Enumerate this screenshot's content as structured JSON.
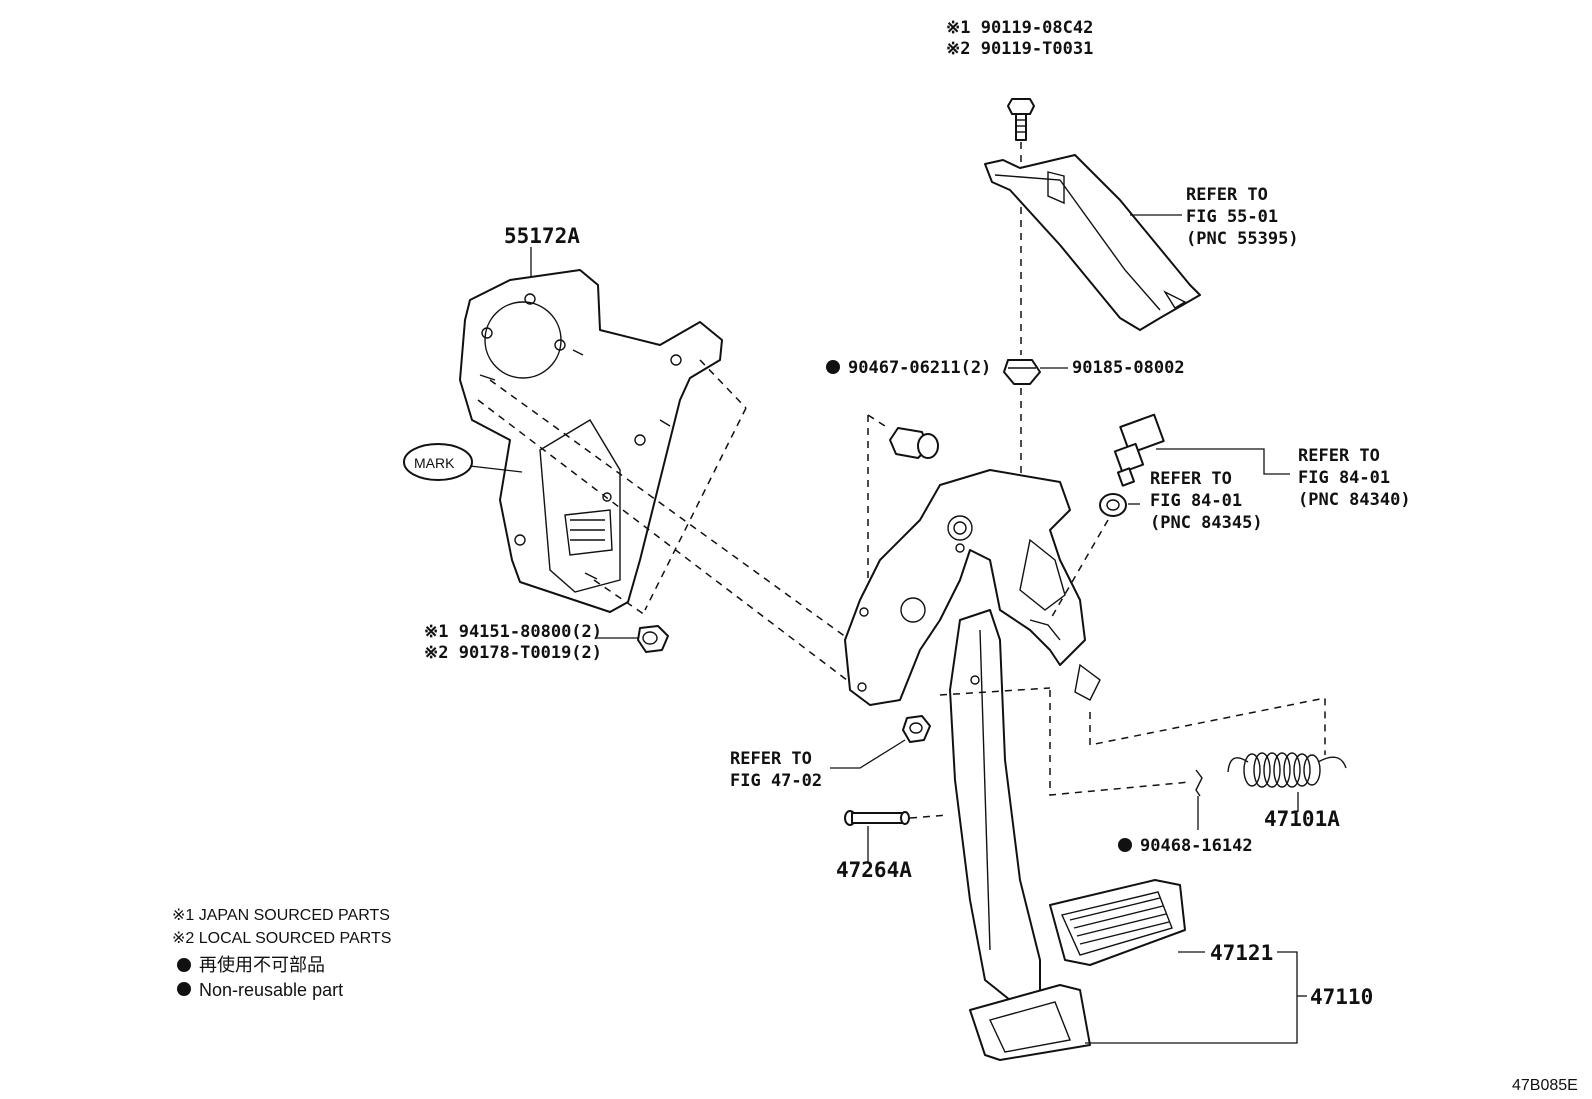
{
  "parts": {
    "bolt_top": {
      "line1": "※1 90119-08C42",
      "line2": "※2 90119-T0031"
    },
    "bracket_55172a": {
      "label": "55172A"
    },
    "mark": {
      "label": "MARK"
    },
    "refer_55": {
      "line1": "REFER TO",
      "line2": "FIG 55-01",
      "line3": "(PNC 55395)"
    },
    "clip_90185": {
      "label": "90185-08002"
    },
    "cushion_90467": {
      "label": "90467-06211(2)"
    },
    "refer_84340": {
      "line1": "REFER TO",
      "line2": "FIG 84-01",
      "line3": "(PNC 84340)"
    },
    "refer_84345": {
      "line1": "REFER TO",
      "line2": "FIG 84-01",
      "line3": "(PNC 84345)"
    },
    "nut_left": {
      "line1": "※1 94151-80800(2)",
      "line2": "※2 90178-T0019(2)"
    },
    "refer_47": {
      "line1": "REFER TO",
      "line2": "FIG 47-02"
    },
    "pin_47264a": {
      "label": "47264A"
    },
    "spring_47101a": {
      "label": "47101A"
    },
    "clip_90468": {
      "label": "90468-16142"
    },
    "pad_47121": {
      "label": "47121"
    },
    "pedal_47110": {
      "label": "47110"
    }
  },
  "legend": {
    "note1": "※1 JAPAN SOURCED PARTS",
    "note2": "※2 LOCAL SOURCED PARTS",
    "bullet_jp": "再使用不可部品",
    "bullet_en": "Non-reusable part"
  },
  "figure_code": "47B085E"
}
